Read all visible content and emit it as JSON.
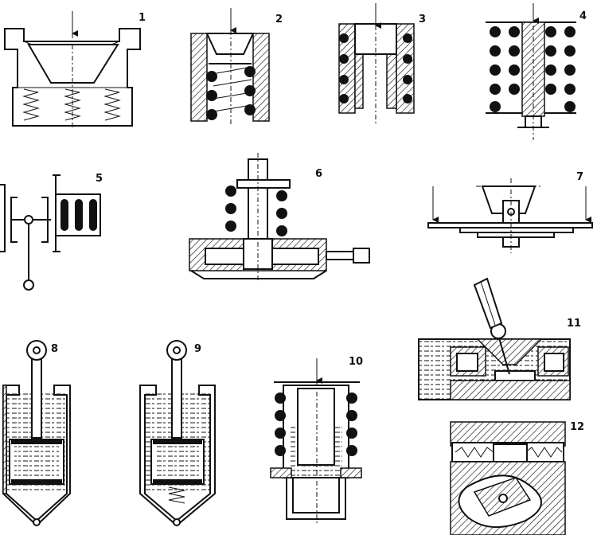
{
  "labels": [
    "1",
    "2",
    "3",
    "4",
    "5",
    "6",
    "7",
    "8",
    "9",
    "10",
    "11",
    "12"
  ],
  "colors": {
    "ink": "#111111",
    "paper": "#ffffff"
  }
}
